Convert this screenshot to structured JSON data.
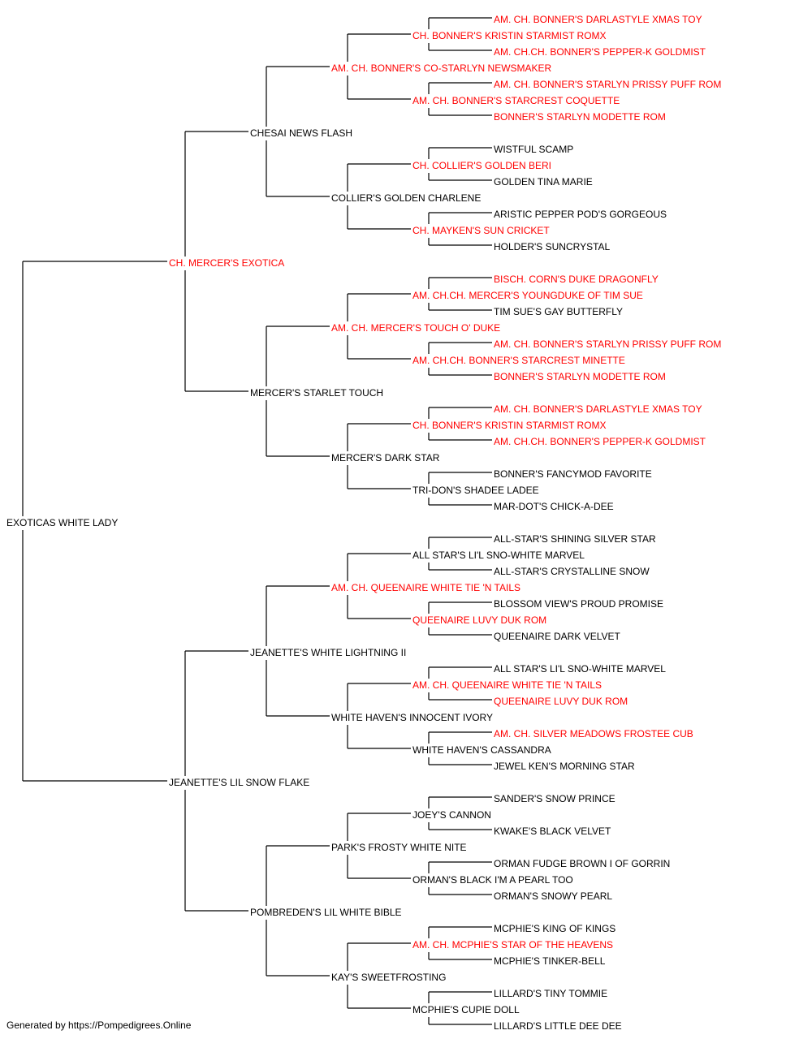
{
  "colors": {
    "champion": "#ff0000",
    "normal": "#000000",
    "line": "#000000"
  },
  "pedigree": {
    "root": {
      "name": "EXOTICAS WHITE LADY",
      "champion": false
    },
    "generations": [
      [
        {
          "name": "CH. MERCER'S EXOTICA",
          "champion": true
        },
        {
          "name": "JEANETTE'S LIL SNOW FLAKE",
          "champion": false
        }
      ],
      [
        {
          "name": "CHESAI NEWS FLASH",
          "champion": false
        },
        {
          "name": "MERCER'S STARLET TOUCH",
          "champion": false
        },
        {
          "name": "JEANETTE'S WHITE LIGHTNING II",
          "champion": false
        },
        {
          "name": "POMBREDEN'S LIL WHITE BIBLE",
          "champion": false
        }
      ],
      [
        {
          "name": "AM. CH. BONNER'S CO-STARLYN NEWSMAKER",
          "champion": true
        },
        {
          "name": "COLLIER'S GOLDEN CHARLENE",
          "champion": false
        },
        {
          "name": "AM. CH. MERCER'S TOUCH O' DUKE",
          "champion": true
        },
        {
          "name": "MERCER'S DARK STAR",
          "champion": false
        },
        {
          "name": "AM. CH. QUEENAIRE WHITE TIE 'N TAILS",
          "champion": true
        },
        {
          "name": "WHITE HAVEN'S INNOCENT IVORY",
          "champion": false
        },
        {
          "name": "PARK'S FROSTY WHITE NITE",
          "champion": false
        },
        {
          "name": "KAY'S SWEETFROSTING",
          "champion": false
        }
      ],
      [
        {
          "name": "CH. BONNER'S KRISTIN STARMIST ROMX",
          "champion": true
        },
        {
          "name": "AM. CH. BONNER'S STARCREST COQUETTE",
          "champion": true
        },
        {
          "name": "CH. COLLIER'S GOLDEN BERI",
          "champion": true
        },
        {
          "name": "CH. MAYKEN'S SUN CRICKET",
          "champion": true
        },
        {
          "name": "AM. CH.CH. MERCER'S YOUNGDUKE OF TIM SUE",
          "champion": true
        },
        {
          "name": "AM. CH.CH. BONNER'S STARCREST MINETTE",
          "champion": true
        },
        {
          "name": "CH. BONNER'S KRISTIN STARMIST ROMX",
          "champion": true
        },
        {
          "name": "TRI-DON'S SHADEE LADEE",
          "champion": false
        },
        {
          "name": "ALL STAR'S LI'L SNO-WHITE MARVEL",
          "champion": false
        },
        {
          "name": "QUEENAIRE LUVY DUK ROM",
          "champion": true
        },
        {
          "name": "AM. CH. QUEENAIRE WHITE TIE 'N TAILS",
          "champion": true
        },
        {
          "name": "WHITE HAVEN'S CASSANDRA",
          "champion": false
        },
        {
          "name": "JOEY'S CANNON",
          "champion": false
        },
        {
          "name": "ORMAN'S BLACK I'M A PEARL TOO",
          "champion": false
        },
        {
          "name": "AM. CH. MCPHIE'S STAR OF THE HEAVENS",
          "champion": true
        },
        {
          "name": "MCPHIE'S CUPIE DOLL",
          "champion": false
        }
      ],
      [
        {
          "name": "AM. CH. BONNER'S DARLASTYLE XMAS TOY",
          "champion": true
        },
        {
          "name": "AM. CH.CH. BONNER'S PEPPER-K GOLDMIST",
          "champion": true
        },
        {
          "name": "AM. CH. BONNER'S STARLYN PRISSY PUFF ROM",
          "champion": true
        },
        {
          "name": "BONNER'S STARLYN MODETTE ROM",
          "champion": true
        },
        {
          "name": "WISTFUL SCAMP",
          "champion": false
        },
        {
          "name": "GOLDEN TINA MARIE",
          "champion": false
        },
        {
          "name": "ARISTIC PEPPER POD'S GORGEOUS",
          "champion": false
        },
        {
          "name": "HOLDER'S SUNCRYSTAL",
          "champion": false
        },
        {
          "name": "BISCH. CORN'S DUKE DRAGONFLY",
          "champion": true
        },
        {
          "name": "TIM SUE'S GAY BUTTERFLY",
          "champion": false
        },
        {
          "name": "AM. CH. BONNER'S STARLYN PRISSY PUFF ROM",
          "champion": true
        },
        {
          "name": "BONNER'S STARLYN MODETTE ROM",
          "champion": true
        },
        {
          "name": "AM. CH. BONNER'S DARLASTYLE XMAS TOY",
          "champion": true
        },
        {
          "name": "AM. CH.CH. BONNER'S PEPPER-K GOLDMIST",
          "champion": true
        },
        {
          "name": "BONNER'S FANCYMOD FAVORITE",
          "champion": false
        },
        {
          "name": "MAR-DOT'S CHICK-A-DEE",
          "champion": false
        },
        {
          "name": "ALL-STAR'S SHINING SILVER STAR",
          "champion": false
        },
        {
          "name": "ALL-STAR'S CRYSTALLINE SNOW",
          "champion": false
        },
        {
          "name": "BLOSSOM VIEW'S PROUD PROMISE",
          "champion": false
        },
        {
          "name": "QUEENAIRE DARK VELVET",
          "champion": false
        },
        {
          "name": "ALL STAR'S LI'L SNO-WHITE MARVEL",
          "champion": false
        },
        {
          "name": "QUEENAIRE LUVY DUK ROM",
          "champion": true
        },
        {
          "name": "AM. CH. SILVER MEADOWS FROSTEE CUB",
          "champion": true
        },
        {
          "name": "JEWEL KEN'S MORNING STAR",
          "champion": false
        },
        {
          "name": "SANDER'S SNOW PRINCE",
          "champion": false
        },
        {
          "name": "KWAKE'S BLACK VELVET",
          "champion": false
        },
        {
          "name": "ORMAN FUDGE BROWN I OF GORRIN",
          "champion": false
        },
        {
          "name": "ORMAN'S SNOWY PEARL",
          "champion": false
        },
        {
          "name": "MCPHIE'S KING OF KINGS",
          "champion": false
        },
        {
          "name": "MCPHIE'S TINKER-BELL",
          "champion": false
        },
        {
          "name": "LILLARD'S TINY TOMMIE",
          "champion": false
        },
        {
          "name": "LILLARD'S LITTLE DEE DEE",
          "champion": false
        }
      ]
    ]
  },
  "footer": "Generated by https://Pompedigrees.Online"
}
